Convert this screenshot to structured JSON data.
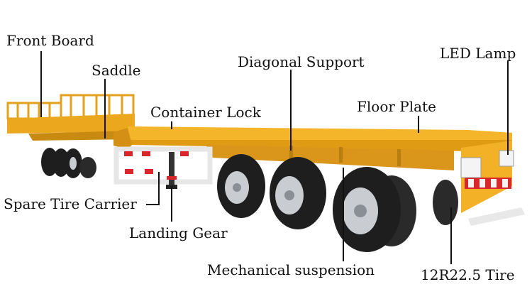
{
  "labels": {
    "front_board": "Front Board",
    "saddle": "Saddle",
    "diagonal_support": "Diagonal Support",
    "led_lamp": "LED Lamp",
    "container_lock": "Container Lock",
    "floor_plate": "Floor Plate",
    "spare_tire_carrier": "Spare Tire Carrier",
    "landing_gear": "Landing Gear",
    "mechanical_suspension": "Mechanical suspension",
    "tire": "12R22.5 Tire"
  },
  "colors": {
    "body": "#F2B126",
    "body_dark": "#C98A12",
    "tire": "#1E1E1E",
    "rim": "#C9CDD2",
    "reflector_red": "#D9262B",
    "reflector_white": "#F4F4F4"
  }
}
